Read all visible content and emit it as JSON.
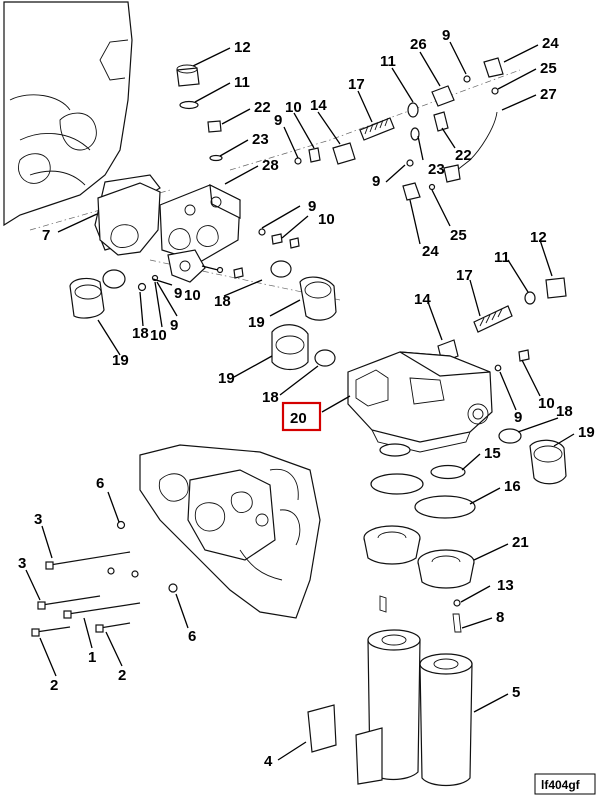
{
  "figure": {
    "id_label": "lf404gf",
    "highlight_color": "#d40000",
    "highlighted_callout": "20"
  },
  "callouts": [
    {
      "label": "12"
    },
    {
      "label": "11"
    },
    {
      "label": "22"
    },
    {
      "label": "23"
    },
    {
      "label": "28"
    },
    {
      "label": "9"
    },
    {
      "label": "10"
    },
    {
      "label": "14"
    },
    {
      "label": "17"
    },
    {
      "label": "11"
    },
    {
      "label": "26"
    },
    {
      "label": "9"
    },
    {
      "label": "24"
    },
    {
      "label": "25"
    },
    {
      "label": "27"
    },
    {
      "label": "23"
    },
    {
      "label": "22"
    },
    {
      "label": "9"
    },
    {
      "label": "24"
    },
    {
      "label": "25"
    },
    {
      "label": "7"
    },
    {
      "label": "9"
    },
    {
      "label": "10"
    },
    {
      "label": "9"
    },
    {
      "label": "10"
    },
    {
      "label": "18"
    },
    {
      "label": "18"
    },
    {
      "label": "10"
    },
    {
      "label": "9"
    },
    {
      "label": "19"
    },
    {
      "label": "19"
    },
    {
      "label": "17"
    },
    {
      "label": "11"
    },
    {
      "label": "12"
    },
    {
      "label": "14"
    },
    {
      "label": "19"
    },
    {
      "label": "18"
    },
    {
      "label": "9"
    },
    {
      "label": "10"
    },
    {
      "label": "18"
    },
    {
      "label": "20"
    },
    {
      "label": "19"
    },
    {
      "label": "15"
    },
    {
      "label": "16"
    },
    {
      "label": "6"
    },
    {
      "label": "3"
    },
    {
      "label": "3"
    },
    {
      "label": "21"
    },
    {
      "label": "13"
    },
    {
      "label": "8"
    },
    {
      "label": "6"
    },
    {
      "label": "1"
    },
    {
      "label": "2"
    },
    {
      "label": "2"
    },
    {
      "label": "5"
    },
    {
      "label": "4"
    }
  ]
}
